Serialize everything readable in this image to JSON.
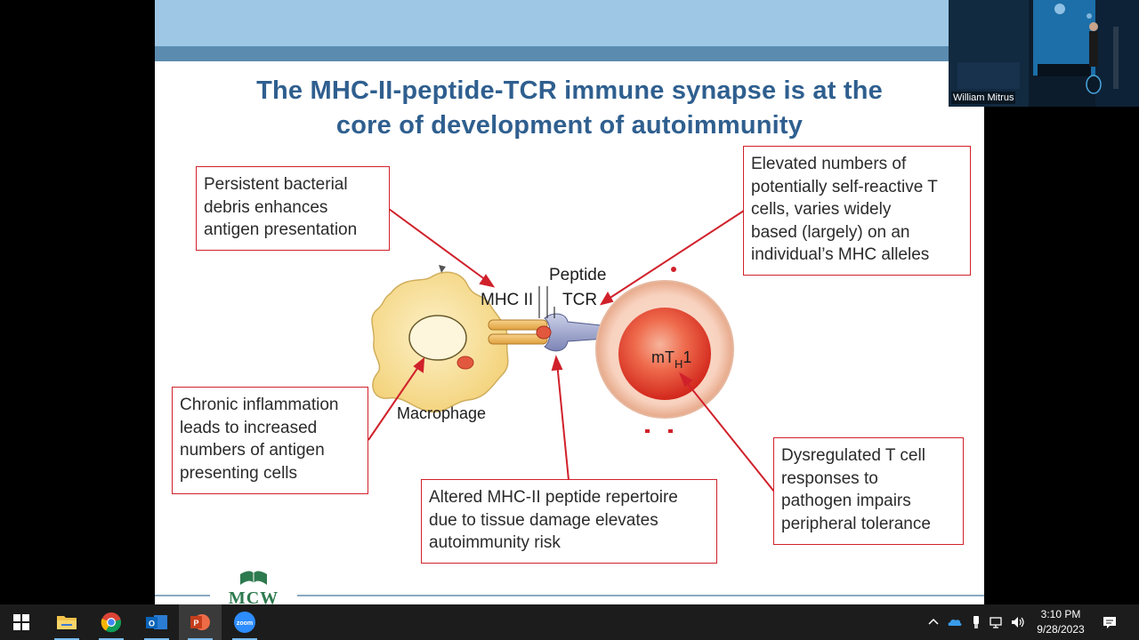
{
  "slide": {
    "title_line1": "The MHC-II-peptide-TCR immune synapse is at the",
    "title_line2": "core of development of autoimmunity",
    "callouts": {
      "persistent": [
        "Persistent bacterial",
        "debris enhances",
        "antigen presentation"
      ],
      "elevated": [
        "Elevated numbers of",
        "potentially self-reactive T",
        "cells, varies widely",
        "based (largely) on an",
        "individual’s MHC alleles"
      ],
      "chronic": [
        "Chronic inflammation",
        "leads to increased",
        "numbers of antigen",
        "presenting cells"
      ],
      "altered": [
        "Altered MHC-II peptide repertoire",
        "due to tissue damage elevates",
        "autoimmunity risk"
      ],
      "dysregulated": [
        "Dysregulated T cell",
        "responses to",
        "pathogen impairs",
        "peripheral tolerance"
      ]
    },
    "diagram_labels": {
      "peptide": "Peptide",
      "mhc": "MHC II",
      "tcr": "TCR",
      "macrophage": "Macrophage",
      "tcell_main": "mT",
      "tcell_sub": "H",
      "tcell_num": "1"
    },
    "logo_text": "MCW",
    "colors": {
      "title": "#2f5f8f",
      "callout_border": "#d0212b",
      "arrow": "#d0212b"
    }
  },
  "video": {
    "participant_name": "William Mitrus"
  },
  "taskbar": {
    "apps": [
      {
        "name": "start",
        "icon": "windows-logo-icon"
      },
      {
        "name": "file-explorer",
        "icon": "folder-icon"
      },
      {
        "name": "chrome",
        "icon": "chrome-icon"
      },
      {
        "name": "outlook",
        "icon": "outlook-icon"
      },
      {
        "name": "powerpoint",
        "icon": "powerpoint-icon",
        "active": true
      },
      {
        "name": "zoom",
        "icon": "zoom-icon",
        "label": "zoom"
      }
    ],
    "clock": {
      "time": "3:10 PM",
      "date": "9/28/2023"
    }
  }
}
